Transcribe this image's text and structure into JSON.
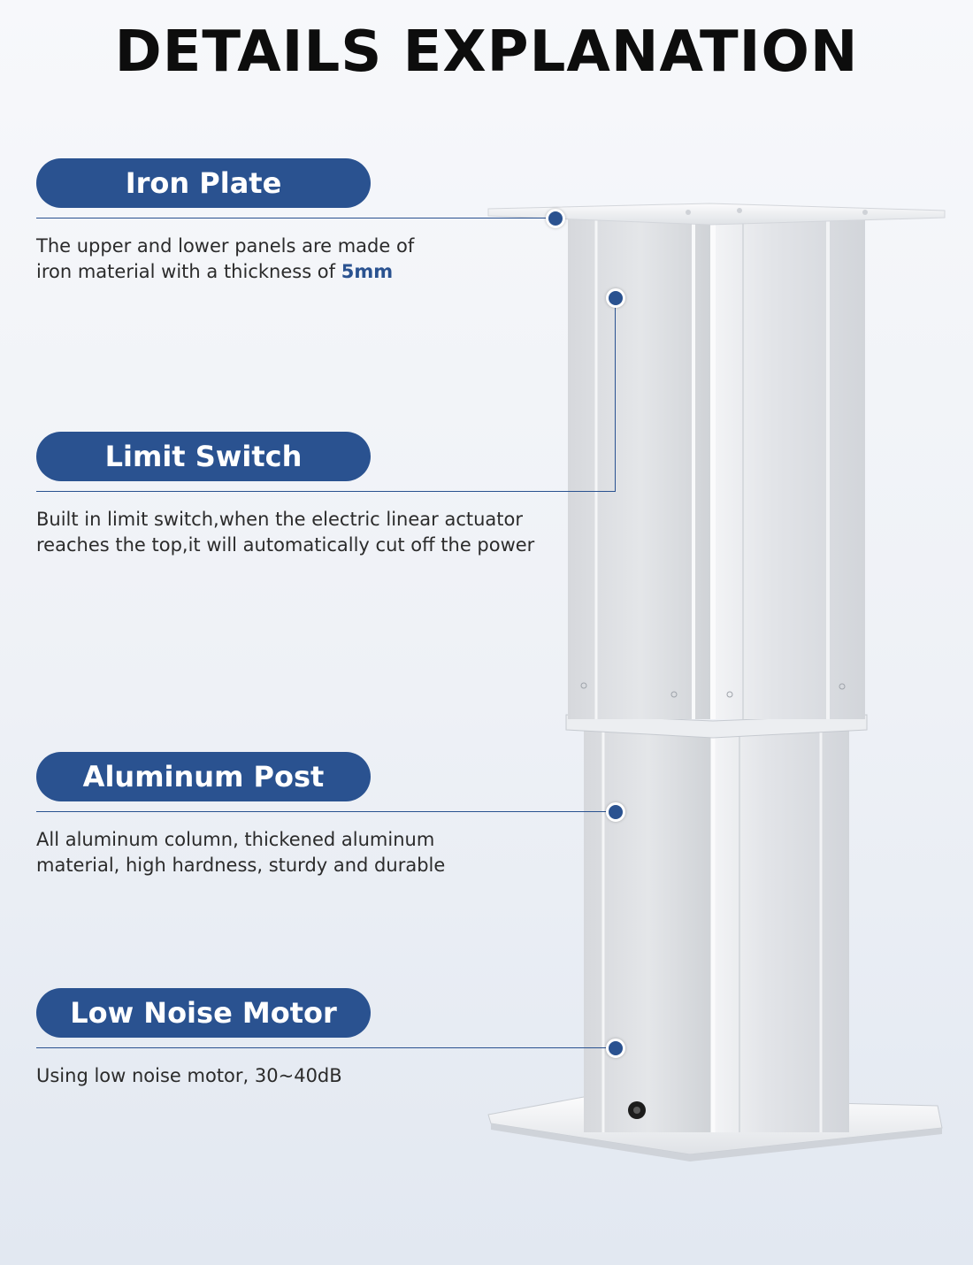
{
  "title": "DETAILS EXPLANATION",
  "features": [
    {
      "label": "Iron Plate",
      "description": "The upper and lower panels are made of iron material with a thickness of ",
      "highlight": "5mm"
    },
    {
      "label": "Limit Switch",
      "description": "Built in limit switch,when the electric linear actuator reaches the top,it will automatically cut off the power"
    },
    {
      "label": "Aluminum Post",
      "description": "All aluminum column, thickened aluminum material, high hardness, sturdy and durable"
    },
    {
      "label": "Low Noise Motor",
      "description": "Using low noise motor, 30~40dB"
    }
  ],
  "colors": {
    "accent": "#2a5290",
    "title": "#0d0d0d",
    "text": "#2b2b2b"
  },
  "icons": [
    "callout-dot-icon",
    "power-port-icon"
  ]
}
